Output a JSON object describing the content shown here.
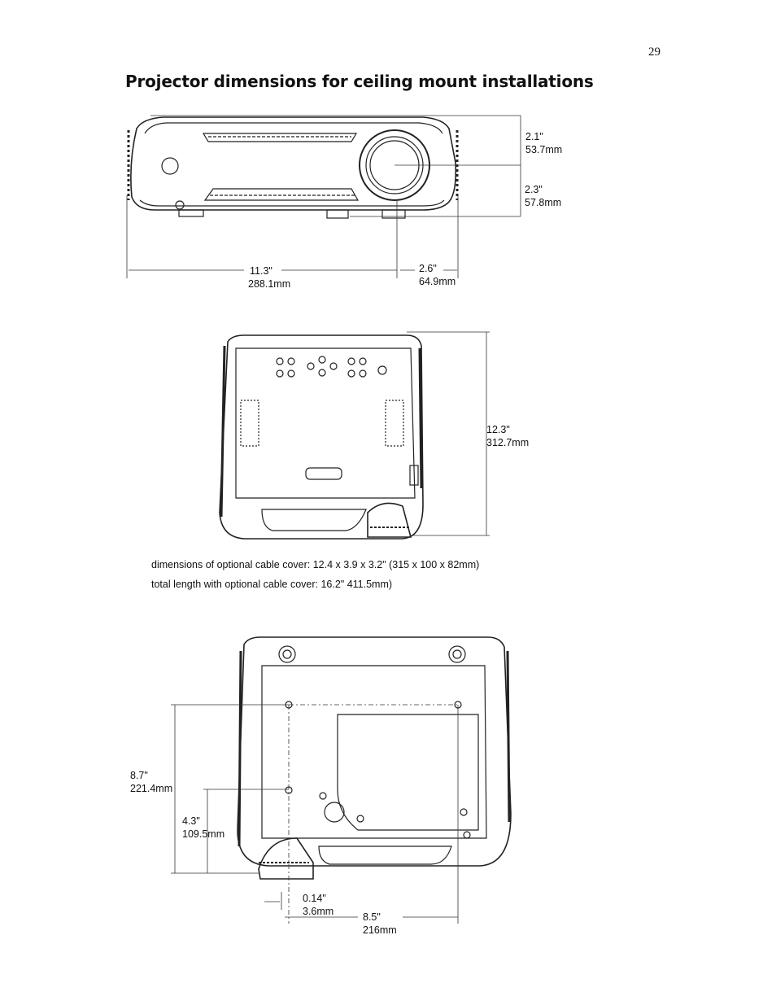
{
  "page": {
    "number": "29",
    "title": "Projector dimensions for ceiling mount installations"
  },
  "front_view": {
    "top_height": {
      "inches": "2.1\"",
      "mm": "53.7mm"
    },
    "bottom_height": {
      "inches": "2.3\"",
      "mm": "57.8mm"
    },
    "width": {
      "inches": "11.3\"",
      "mm": "288.1mm"
    },
    "lens_offset": {
      "inches": "2.6\"",
      "mm": "64.9mm"
    }
  },
  "top_view": {
    "depth": {
      "inches": "12.3\"",
      "mm": "312.7mm"
    },
    "caption_cover": "dimensions of optional cable cover: 12.4 x 3.9 x 3.2\" (315 x 100 x 82mm)",
    "caption_length": "total length with optional cable cover: 16.2\" 411.5mm)"
  },
  "bottom_view": {
    "mount_depth": {
      "inches": "8.7\"",
      "mm": "221.4mm"
    },
    "mount_mid": {
      "inches": "4.3\"",
      "mm": "109.5mm"
    },
    "edge_offset": {
      "inches": "0.14\"",
      "mm": "3.6mm"
    },
    "mount_width": {
      "inches": "8.5\"",
      "mm": "216mm"
    }
  }
}
